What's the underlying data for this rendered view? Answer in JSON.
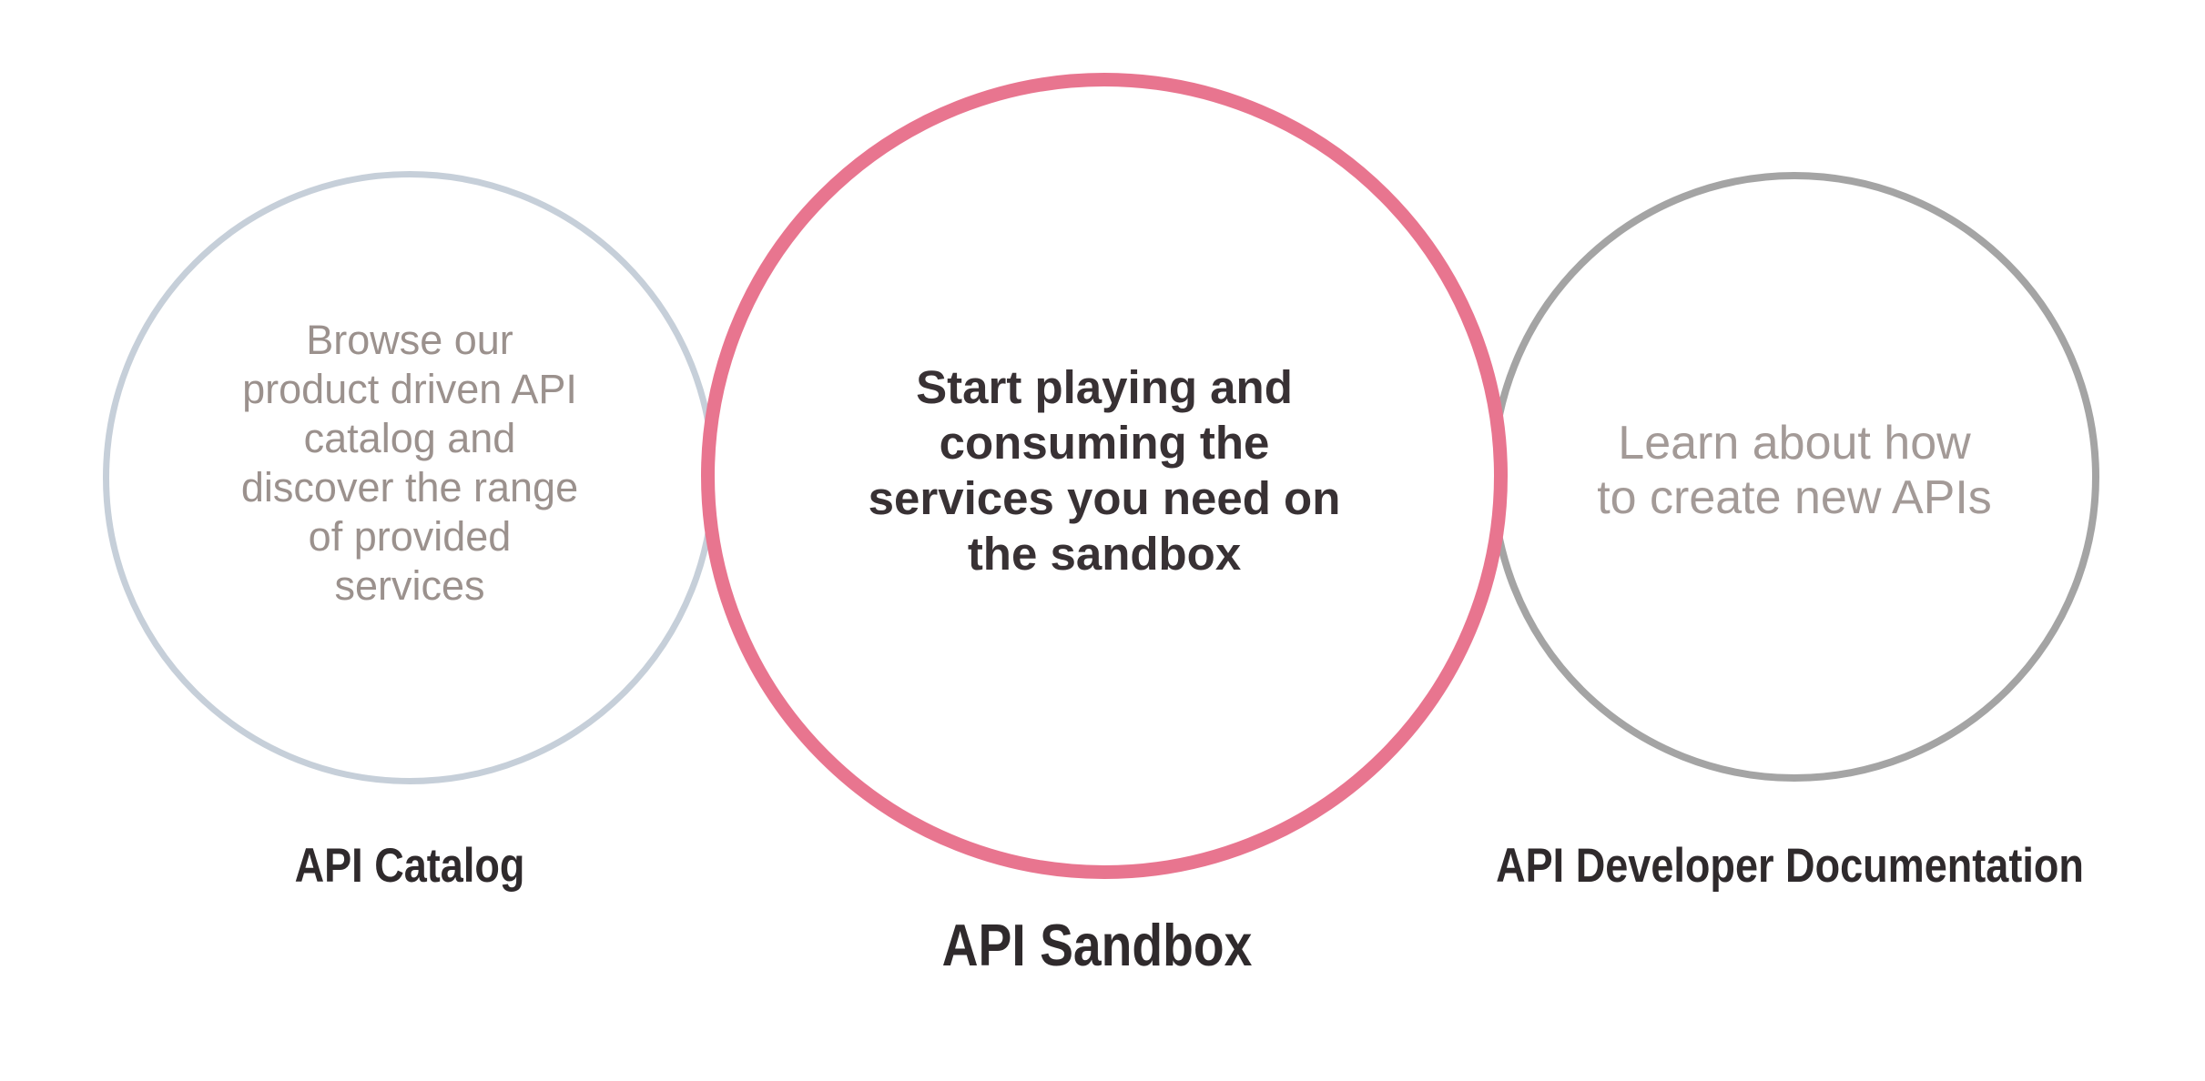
{
  "background": "#ffffff",
  "label_color": "#2f2a2c",
  "circles": [
    {
      "name": "api-catalog",
      "body": "Browse our\nproduct driven API\ncatalog and\ndiscover the range\nof provided\nservices",
      "label": "API Catalog",
      "border_color": "#c6cfd9",
      "body_text_color": "#9b918d"
    },
    {
      "name": "api-sandbox",
      "body": "Start playing and\nconsuming the\nservices you need on\nthe sandbox",
      "label": "API Sandbox",
      "border_color": "#e8758f",
      "body_text_color": "#383134"
    },
    {
      "name": "api-developer-documentation",
      "body": "Learn about how\nto create new APIs",
      "label": "API Developer Documentation",
      "border_color": "#a4a4a4",
      "body_text_color": "#a39a97"
    }
  ]
}
